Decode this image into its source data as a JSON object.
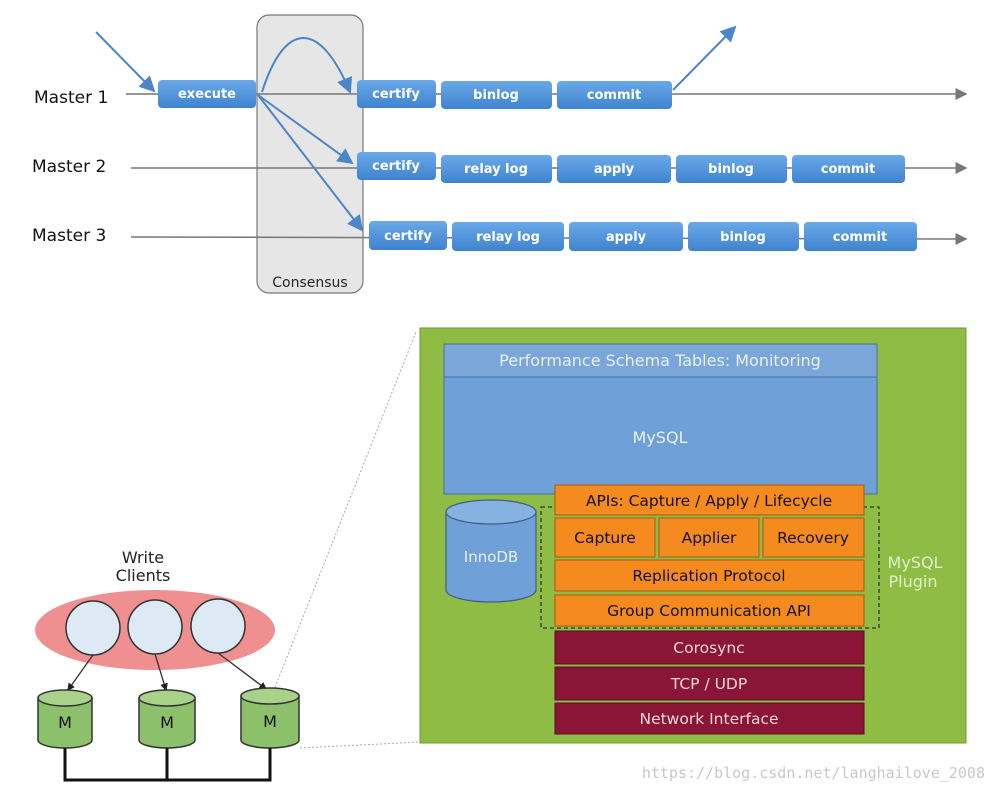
{
  "top": {
    "rows": [
      {
        "master": "Master 1",
        "steps": [
          "execute",
          "certify",
          "binlog",
          "commit"
        ]
      },
      {
        "master": "Master 2",
        "steps": [
          "certify",
          "relay log",
          "apply",
          "binlog",
          "commit"
        ]
      },
      {
        "master": "Master 3",
        "steps": [
          "certify",
          "relay log",
          "apply",
          "binlog",
          "commit"
        ]
      }
    ],
    "consensus": "Consensus"
  },
  "bottom": {
    "write_clients": [
      "Write",
      "Clients"
    ],
    "server_label": "M",
    "stack": {
      "perf_schema": "Performance Schema Tables: Monitoring",
      "mysql": "MySQL",
      "innodb": "InnoDB",
      "apis": "APIs: Capture / Apply / Lifecycle",
      "capture": "Capture",
      "applier": "Applier",
      "recovery": "Recovery",
      "replication_protocol": "Replication Protocol",
      "gcs_api": "Group Communication API",
      "corosync": "Corosync",
      "tcp_udp": "TCP / UDP",
      "network_interface": "Network Interface",
      "plugin_label": [
        "MySQL",
        "Plugin"
      ]
    }
  },
  "watermark": "https://blog.csdn.net/langhailove_2008",
  "colors": {
    "step_blue": "#4a90d9",
    "panel_green": "#8fbc45",
    "stack_blue": "#6fa0d8",
    "plugin_orange": "#f58a1f",
    "net_maroon": "#8a1536",
    "client_oval": "#f08080",
    "server_green": "#8dc06a"
  }
}
